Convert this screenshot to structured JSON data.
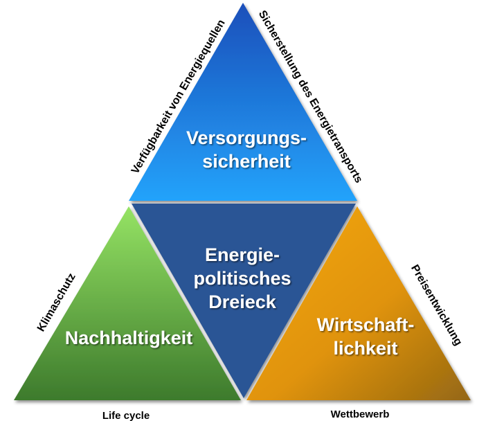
{
  "triangles": {
    "top": {
      "line1": "Versorgungs-",
      "line2": "sicherheit"
    },
    "center": {
      "line1": "Energie-",
      "line2": "politisches",
      "line3": "Dreieck"
    },
    "left": {
      "line1": "Nachhaltigkeit"
    },
    "right": {
      "line1": "Wirtschaft-",
      "line2": "lichkeit"
    }
  },
  "side_labels": {
    "top_left": "Verfügbarkeit von Energiequellen",
    "top_right": "Sicherstellung des Energietransports",
    "left": "Klimaschutz",
    "right": "Preisentwicklung"
  },
  "bottom_labels": {
    "left": "Life cycle",
    "right": "Wettbewerb"
  },
  "colors": {
    "top_light": "#2a9df4",
    "top_dark": "#1a56c4",
    "center": "#2b5597",
    "left_light": "#8fdc5e",
    "left_dark": "#3f7a2a",
    "right_light": "#f2a20a",
    "right_dark": "#9a6a10"
  }
}
